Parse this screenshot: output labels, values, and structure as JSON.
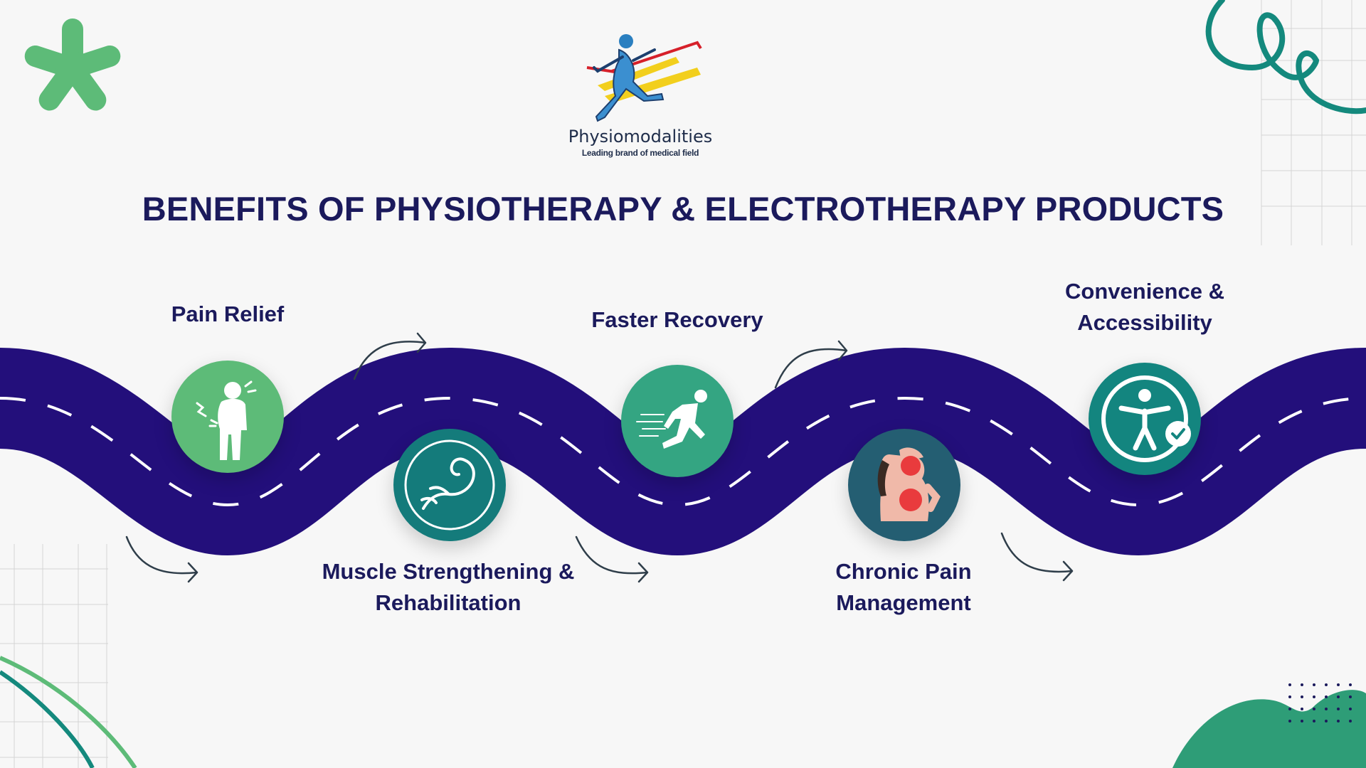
{
  "brand": {
    "name": "Physiomodalities",
    "tagline": "Leading brand of medical field"
  },
  "title": "BENEFITS OF PHYSIOTHERAPY & ELECTROTHERAPY PRODUCTS",
  "benefits": [
    {
      "label": "Pain Relief",
      "icon": "back-pain-icon",
      "color": "#5dbb78"
    },
    {
      "label": "Muscle Strengthening & Rehabilitation",
      "icon": "flexed-arm-icon",
      "color": "#147b7b"
    },
    {
      "label": "Faster Recovery",
      "icon": "runner-icon",
      "color": "#34a582"
    },
    {
      "label": "Chronic Pain Management",
      "icon": "neck-back-pain-icon",
      "color": "#245e72"
    },
    {
      "label": "Convenience & Accessibility",
      "icon": "accessibility-icon",
      "color": "#13857f"
    }
  ],
  "colors": {
    "road": "#230f7b",
    "title": "#1b1a5c",
    "accent_green": "#5dbb78",
    "accent_teal": "#14897d"
  }
}
